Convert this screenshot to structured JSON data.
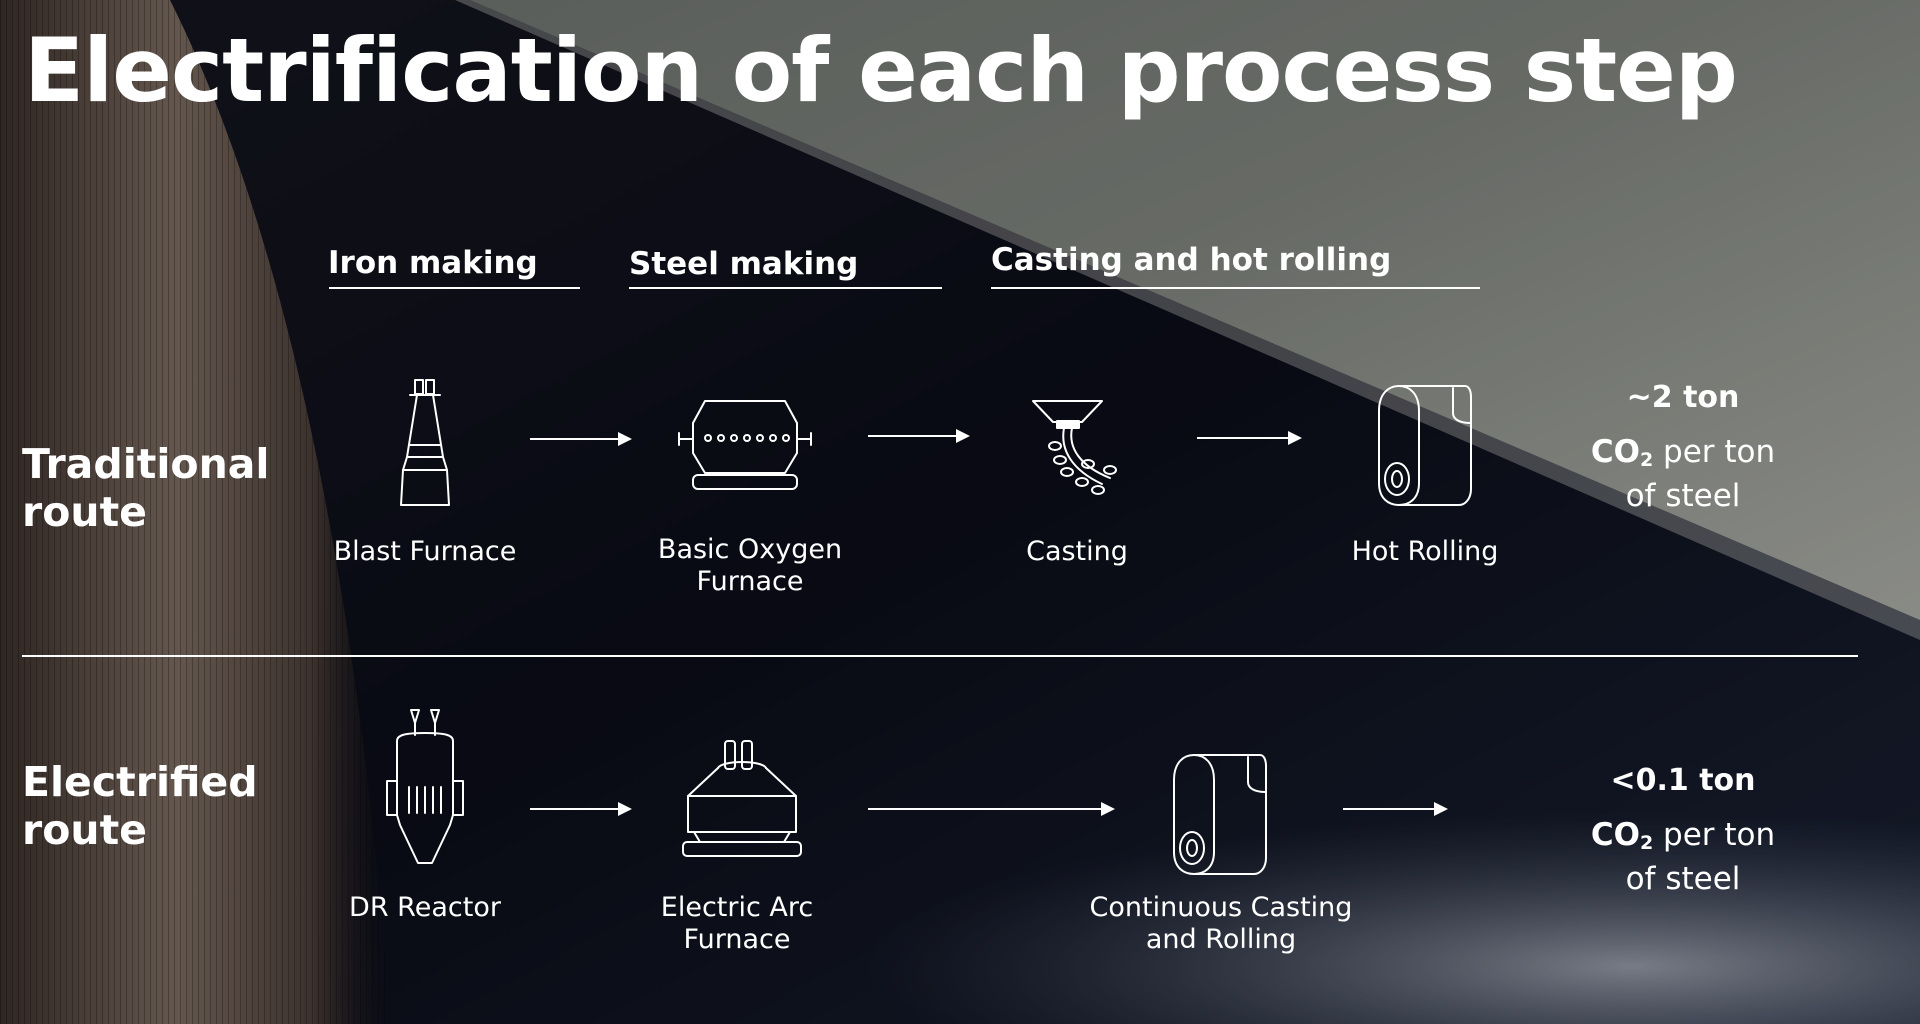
{
  "title": "Electrification of each process step",
  "stage_headers": {
    "iron": "Iron making",
    "steel": "Steel making",
    "casting": "Casting and hot rolling"
  },
  "routes": {
    "traditional": {
      "label_line1": "Traditional",
      "label_line2": "route",
      "steps": {
        "blast_furnace": "Blast Furnace",
        "bof_line1": "Basic Oxygen",
        "bof_line2": "Furnace",
        "casting": "Casting",
        "hot_rolling": "Hot Rolling"
      },
      "emission": {
        "amount": "~2 ton",
        "co2_main": "CO",
        "co2_sub": "2",
        "suffix": " per ton",
        "line2": "of steel"
      }
    },
    "electrified": {
      "label_line1": "Electrified",
      "label_line2": "route",
      "steps": {
        "dr_reactor": "DR Reactor",
        "eaf_line1": "Electric Arc",
        "eaf_line2": "Furnace",
        "ccr_line1": "Continuous Casting",
        "ccr_line2": "and Rolling"
      },
      "emission": {
        "amount": "<0.1 ton",
        "co2_main": "CO",
        "co2_sub": "2",
        "suffix": " per ton",
        "line2": "of steel"
      }
    }
  },
  "icons": [
    "blast-furnace-icon",
    "basic-oxygen-furnace-icon",
    "casting-icon",
    "hot-rolling-icon",
    "dr-reactor-icon",
    "electric-arc-furnace-icon",
    "continuous-casting-rolling-icon"
  ]
}
